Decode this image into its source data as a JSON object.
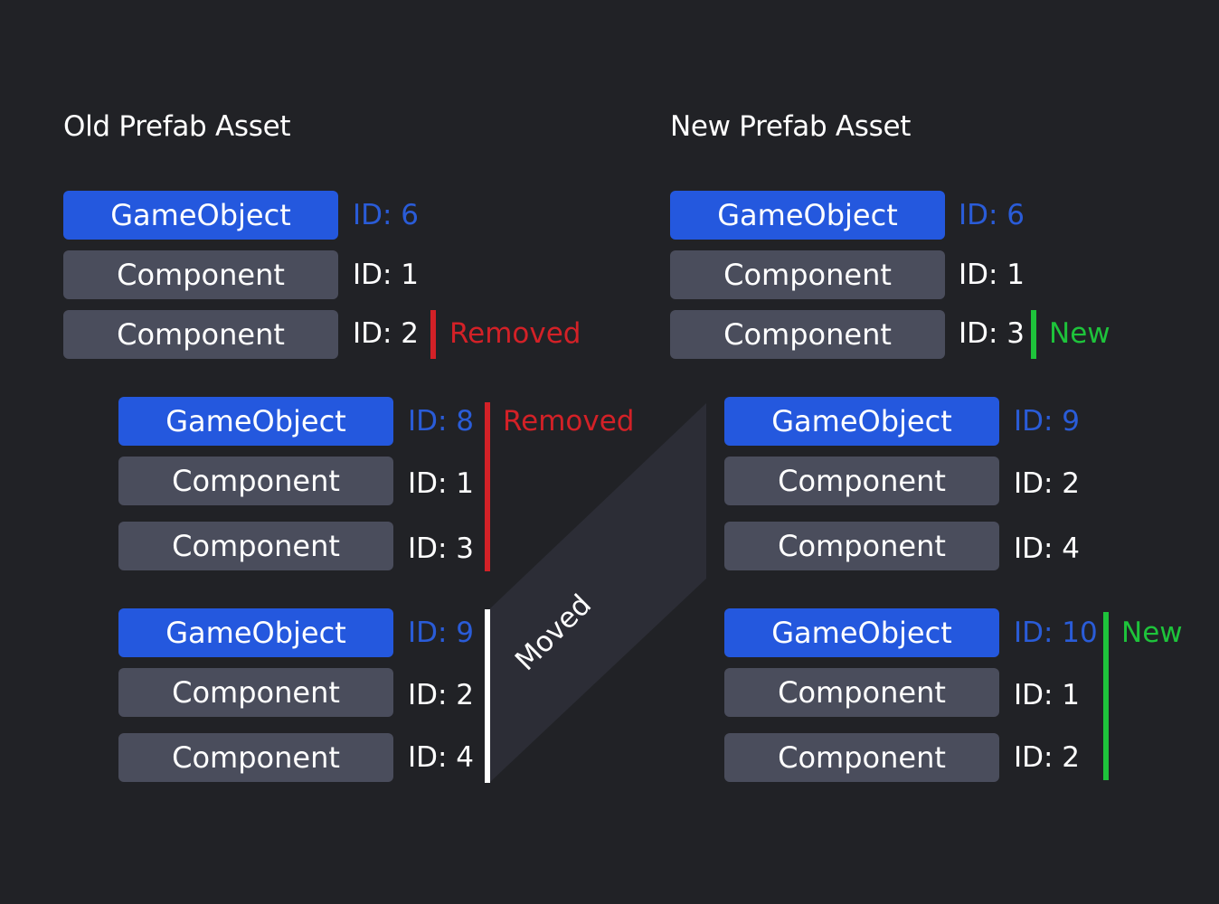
{
  "old": {
    "title": "Old Prefab Asset",
    "root": {
      "go_label": "GameObject",
      "go_id": "ID: 6",
      "comp1_label": "Component",
      "comp1_id": "ID: 1",
      "comp2_label": "Component",
      "comp2_id": "ID: 2",
      "comp2_status": "Removed"
    },
    "child_a": {
      "go_label": "GameObject",
      "go_id": "ID: 8",
      "status": "Removed",
      "comp1_label": "Component",
      "comp1_id": "ID: 1",
      "comp2_label": "Component",
      "comp2_id": "ID: 3"
    },
    "child_b": {
      "go_label": "GameObject",
      "go_id": "ID: 9",
      "comp1_label": "Component",
      "comp1_id": "ID: 2",
      "comp2_label": "Component",
      "comp2_id": "ID: 4"
    }
  },
  "new": {
    "title": "New Prefab Asset",
    "root": {
      "go_label": "GameObject",
      "go_id": "ID: 6",
      "comp1_label": "Component",
      "comp1_id": "ID: 1",
      "comp2_label": "Component",
      "comp2_id": "ID: 3",
      "comp2_status": "New"
    },
    "child_a": {
      "go_label": "GameObject",
      "go_id": "ID: 9",
      "comp1_label": "Component",
      "comp1_id": "ID: 2",
      "comp2_label": "Component",
      "comp2_id": "ID: 4"
    },
    "child_b": {
      "go_label": "GameObject",
      "go_id": "ID: 10",
      "status": "New",
      "comp1_label": "Component",
      "comp1_id": "ID: 1",
      "comp2_label": "Component",
      "comp2_id": "ID: 2"
    }
  },
  "moved_label": "Moved",
  "colors": {
    "background": "#212226",
    "gameobject": "#2458de",
    "component": "#4a4d5c",
    "removed": "#d32127",
    "new": "#1ec33b",
    "moved_band": "#2c2d36"
  }
}
